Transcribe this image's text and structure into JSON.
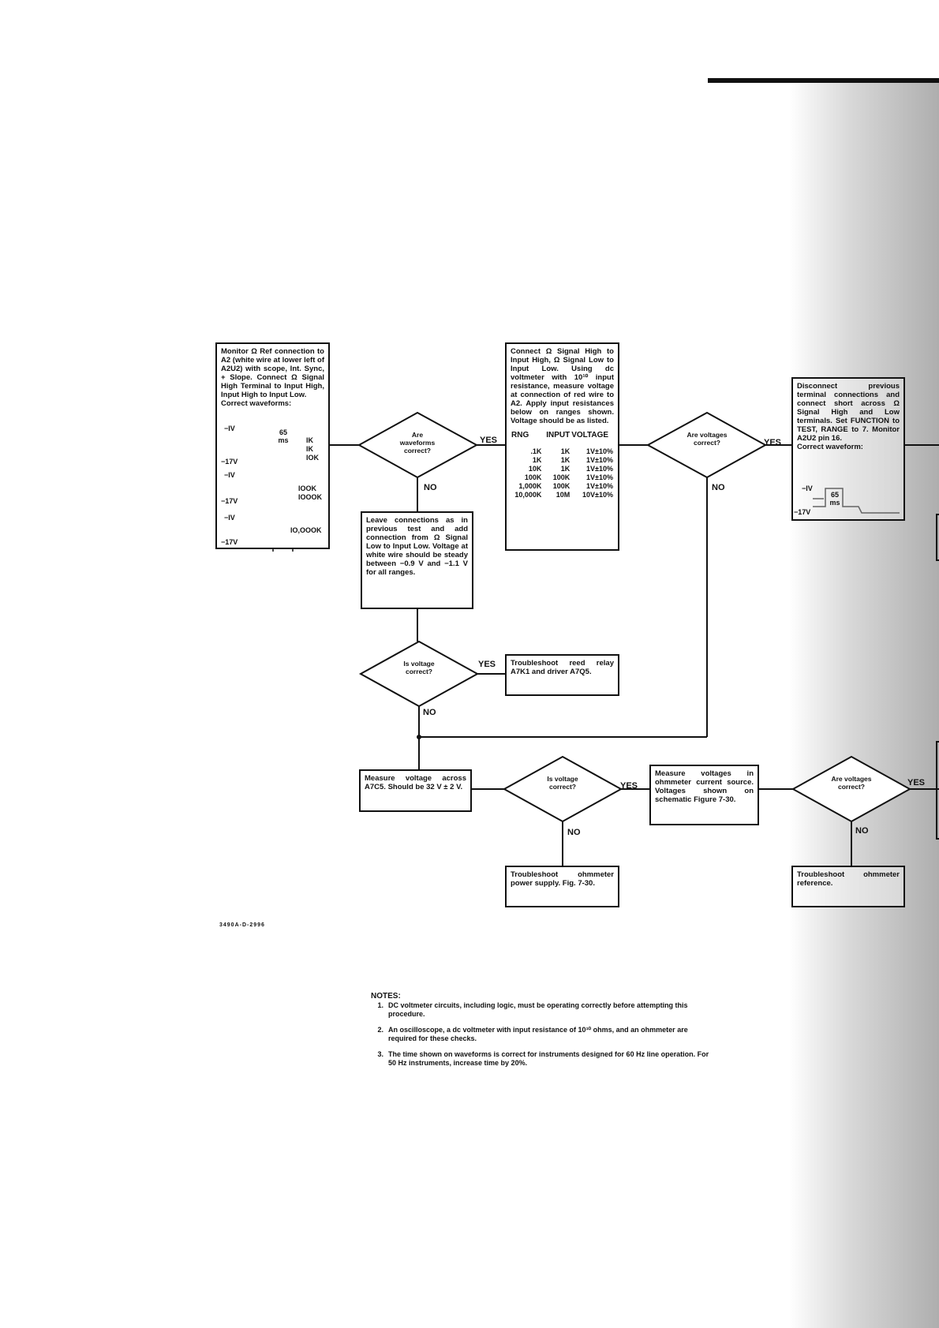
{
  "box1": {
    "text": "Monitor Ω Ref connection to A2 (white wire at lower left of A2U2) with scope, Int. Sync, + Slope. Connect Ω Signal High Terminal to Input High, Input High to Input Low.",
    "caption": "Correct waveforms:",
    "wave_time": "65 ms",
    "v_low": "−17V",
    "v_high": "−IV",
    "range_a": [
      "IK",
      "IK",
      "IOK"
    ],
    "range_b": [
      "IOOK",
      "IOOOK"
    ],
    "range_c": "IO,OOOK"
  },
  "d1": "Are waveforms correct?",
  "box2": {
    "text": "Connect Ω Signal High to Input High, Ω Signal Low to Input Low. Using dc voltmeter with 10¹⁰ input resistance, measure voltage at connection of red wire to A2. Apply input resistances below on ranges shown. Voltage should be as listed.",
    "headers": [
      "RNG",
      "INPUT",
      "VOLTAGE"
    ],
    "rows": [
      [
        ".1K",
        "1K",
        "1V±10%"
      ],
      [
        "1K",
        "1K",
        "1V±10%"
      ],
      [
        "10K",
        "1K",
        "1V±10%"
      ],
      [
        "100K",
        "100K",
        "1V±10%"
      ],
      [
        "1,000K",
        "100K",
        "1V±10%"
      ],
      [
        "10,000K",
        "10M",
        "10V±10%"
      ]
    ]
  },
  "d2": "Are voltages correct?",
  "box3": {
    "text": "Disconnect previous terminal connections and connect short across Ω Signal High and Low terminals. Set FUNCTION to TEST, RANGE to 7. Monitor A2U2 pin 16.",
    "caption": "Correct waveform:",
    "wave_time": "65 ms",
    "v_high": "−IV",
    "v_low": "−17V"
  },
  "box4": "Leave connections as in previous test and add connection from Ω Signal Low to Input Low. Voltage at white wire should be steady between −0.9 V and −1.1 V for all ranges.",
  "d3": "Is voltage correct?",
  "box5": "Troubleshoot reed relay A7K1 and driver A7Q5.",
  "box6": "Measure voltage across A7C5. Should be 32 V ± 2 V.",
  "d4": "Is voltage correct?",
  "box7": "Measure voltages in ohmmeter current source. Voltages shown on schematic Figure 7-30.",
  "d5": "Are voltages correct?",
  "box8": "Troubleshoot ohmmeter power supply. Fig. 7-30.",
  "box9": "Troubleshoot ohmmeter reference.",
  "labels": {
    "yes": "YES",
    "no": "NO"
  },
  "code": "3490A-D-2996",
  "notes": {
    "title": "NOTES:",
    "items": [
      "DC voltmeter circuits, including logic, must be operating correctly before attempting this procedure.",
      "An oscilloscope, a dc voltmeter with input resistance of 10¹⁰ ohms, and an ohmmeter are required for these checks.",
      "The time shown on waveforms is correct for instruments designed for 60 Hz line operation. For 50 Hz instruments, increase time by 20%."
    ]
  }
}
